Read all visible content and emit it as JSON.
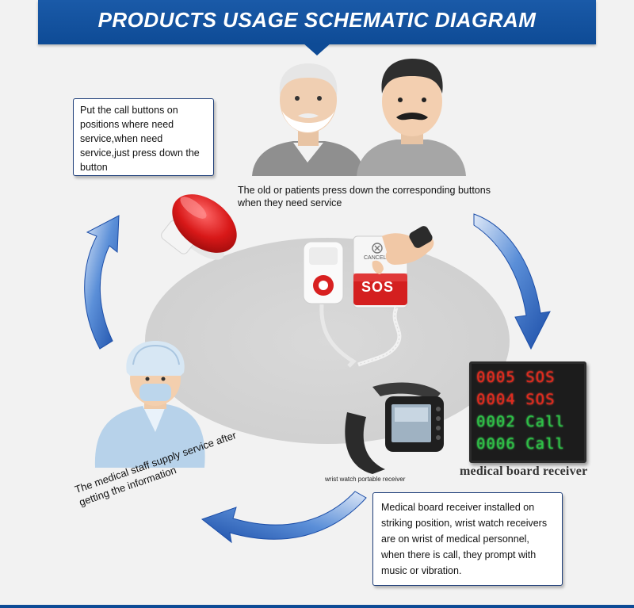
{
  "header": {
    "title": "PRODUCTS USAGE SCHEMATIC DIAGRAM"
  },
  "boxes": {
    "top_left": "Put the call buttons on positions where need service,when need service,just press down the button",
    "bottom_right": "Medical board receiver installed on striking position, wrist watch receivers are on wrist of medical personnel, when there is call, they prompt with music or vibration."
  },
  "captions": {
    "patients": "The old or patients press down the corresponding buttons when they need service",
    "wrist_watch": "wrist watch portable receiver",
    "board": "medical board receiver",
    "staff": "The medical staff supply service after getting the information"
  },
  "devices": {
    "cancel_label": "CANCEL",
    "sos_label": "SOS"
  },
  "board_display": {
    "lines": [
      {
        "code": "0005",
        "word": "SOS"
      },
      {
        "code": "0004",
        "word": "SOS"
      },
      {
        "code": "0002",
        "word": "Call"
      },
      {
        "code": "0006",
        "word": "Call"
      }
    ]
  },
  "colors": {
    "brand_blue": "#0e4b96",
    "arrow_blue": "#2a5fb8",
    "sos_red": "#e02a1d",
    "call_green": "#2dbf45"
  }
}
